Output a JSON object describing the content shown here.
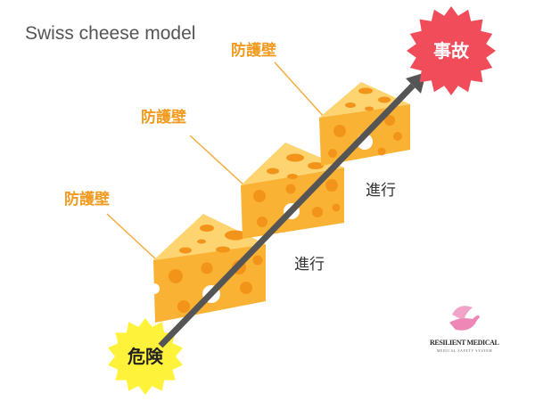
{
  "title": "Swiss cheese model",
  "barriers": [
    {
      "label": "防護壁"
    },
    {
      "label": "防護壁"
    },
    {
      "label": "防護壁"
    }
  ],
  "progress": [
    {
      "label": "進行"
    },
    {
      "label": "進行"
    }
  ],
  "hazard": {
    "label": "危険",
    "icon": "starburst-icon"
  },
  "accident": {
    "label": "事故",
    "icon": "starburst-icon"
  },
  "logo": {
    "name": "RESILIENT MEDICAL",
    "tagline": "MEDICAL SAFETY SYSTEM",
    "icon": "bird-icon"
  },
  "colors": {
    "barrier_label": "#F29A1E",
    "leader_line": "#F5AD3F",
    "cheese_top": "#FDD46F",
    "cheese_front": "#F9B233",
    "cheese_hole": "#F29419",
    "passage_hole": "#FFFFFF",
    "arrow": "#555555",
    "hazard_fill": "#FFF23A",
    "hazard_text": "#222222",
    "accident_fill": "#F04C5A",
    "accident_text": "#FFFFFF",
    "logo_pink": "#EE86B6"
  }
}
